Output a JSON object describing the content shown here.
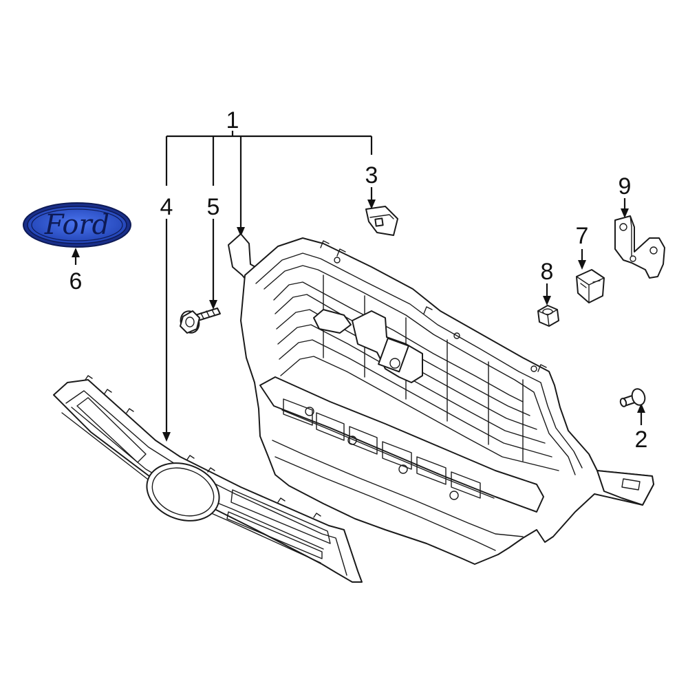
{
  "callouts": {
    "c1": "1",
    "c2": "2",
    "c3": "3",
    "c4": "4",
    "c5": "5",
    "c6": "6",
    "c7": "7",
    "c8": "8",
    "c9": "9"
  },
  "emblem": {
    "script": "Ford",
    "fill_color": "#2f5bd8",
    "border_color": "#0d1a55"
  }
}
